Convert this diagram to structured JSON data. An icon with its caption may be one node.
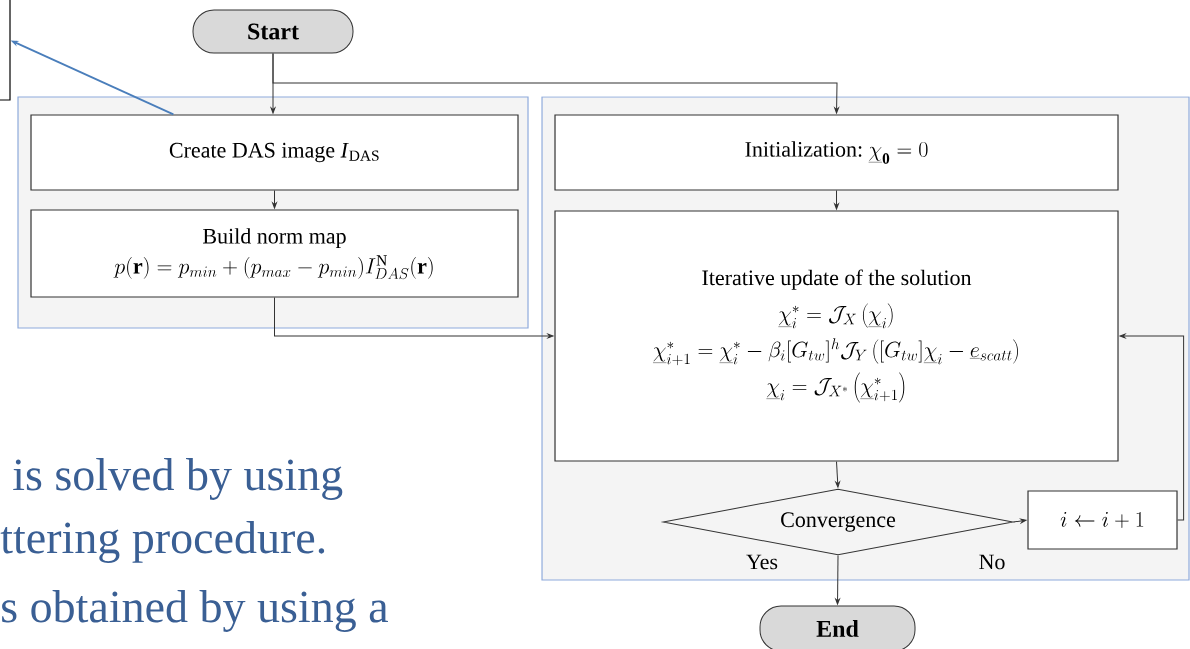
{
  "diagram": {
    "nodes": [
      {
        "text": [
          "Start"
        ]
      },
      {
        "text": [],
        "shape": "box"
      },
      {
        "text": [
          "Create DAS image *I*$_{DAS}$"
        ],
        "in": 1
      },
      {
        "text": [
          "Build norm map",
          "p(\\mathbf{r}) = p_{min} + (p_{max} - p_{min}) I^{\\mathrm{N}}_{DAS}(\\mathbf{r})"
        ],
        "in": 1
      },
      {
        "text": [],
        "shape": "box"
      },
      {
        "text": [
          "Initialization:",
          "\\underline{\\chi}_{\\mathbf{0}} = 0"
        ],
        "in": 4
      },
      {
        "text": [
          "Iterative update of the solution",
          "\\underline{\\chi}_i^{*} = \\mathcal{J}_{X}\\left(\\underline{\\chi}_i\\right)",
          "\\underline{\\chi}_{i+1}^{*} = \\underline{\\chi}_i^{*} - \\beta_i [G_{tw}]^{h} \\mathcal{J}_{Y}\\left([G_{tw}]\\underline{\\chi}_i - \\underline{e}_{scatt}\\right)",
          "\\underline{\\chi}_i = \\mathcal{J}_{X^{*}}\\left(\\underline{\\chi}_{i+1}^{*}\\right)"
        ],
        "in": 4
      },
      {
        "text": [
          "Convergence"
        ],
        "in": 4
      },
      {
        "text": [
          "i \\leftarrow i+1"
        ],
        "in": 4
      },
      {
        "text": [
          "End"
        ]
      },
      {
        "text": [],
        "shape": "box"
      }
    ],
    "edges": [
      {
        "from": 0,
        "to": 2,
        "arrow": "to"
      },
      {
        "from": 0,
        "to": 5,
        "arrow": "to"
      },
      {
        "from": 2,
        "to": 3,
        "arrow": "to"
      },
      {
        "from": 3,
        "to": 6,
        "arrow": "to"
      },
      {
        "from": 5,
        "to": 6,
        "arrow": "to"
      },
      {
        "from": 6,
        "to": 7,
        "arrow": "to"
      },
      {
        "from": 7,
        "to": 8,
        "arrow": "to",
        "label": "No"
      },
      {
        "from": 8,
        "to": 6,
        "arrow": "to"
      },
      {
        "from": 7,
        "to": 9,
        "arrow": "to",
        "label": "Yes"
      },
      {
        "from": 2,
        "to": 10,
        "arrow": "to",
        "color": "#4a7ebb"
      }
    ],
    "labels": [
      "is solved by using",
      "ttering procedure.",
      "s obtained by using a"
    ]
  }
}
